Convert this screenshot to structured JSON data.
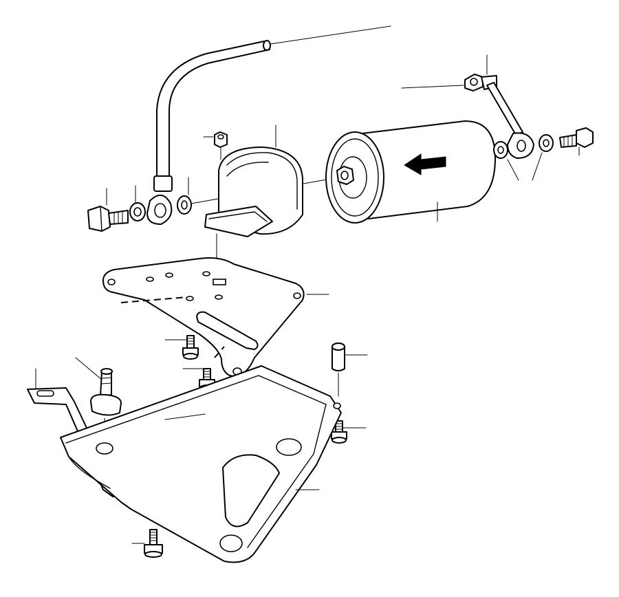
{
  "diagram": {
    "kind": "exploded-parts-view",
    "subject": "fuel-filter-mounting",
    "colors": {
      "ink": "#000000",
      "paper": "#ffffff"
    },
    "parts": [
      {
        "id": "fuel-pipe",
        "icon": "pipe-icon"
      },
      {
        "id": "banjo-bolt",
        "icon": "bolt-icon"
      },
      {
        "id": "sealing-washer-left-outer",
        "icon": "washer-icon"
      },
      {
        "id": "banjo-fitting",
        "icon": "eye-fitting-icon"
      },
      {
        "id": "sealing-washer-left-inner",
        "icon": "washer-icon"
      },
      {
        "id": "clamp-nut",
        "icon": "nut-icon"
      },
      {
        "id": "filter-clamp",
        "icon": "clamp-icon"
      },
      {
        "id": "fuel-filter",
        "icon": "filter-icon"
      },
      {
        "id": "flow-arrow",
        "icon": "arrow-left-icon"
      },
      {
        "id": "outlet-pipe",
        "icon": "pipe-icon"
      },
      {
        "id": "sealing-washer-right-inner",
        "icon": "washer-icon"
      },
      {
        "id": "sealing-washer-right-outer",
        "icon": "washer-icon"
      },
      {
        "id": "banjo-bolt-right",
        "icon": "bolt-icon"
      },
      {
        "id": "upper-bracket",
        "icon": "bracket-icon"
      },
      {
        "id": "screw-upper",
        "icon": "screw-icon"
      },
      {
        "id": "screw-middle",
        "icon": "screw-icon"
      },
      {
        "id": "spacer-sleeve",
        "icon": "sleeve-icon"
      },
      {
        "id": "screw-right",
        "icon": "screw-icon"
      },
      {
        "id": "rubber-mount",
        "icon": "rubber-mount-icon"
      },
      {
        "id": "strap-bracket",
        "icon": "strap-icon"
      },
      {
        "id": "base-plate",
        "icon": "plate-icon"
      },
      {
        "id": "screw-bottom",
        "icon": "screw-icon"
      }
    ]
  }
}
